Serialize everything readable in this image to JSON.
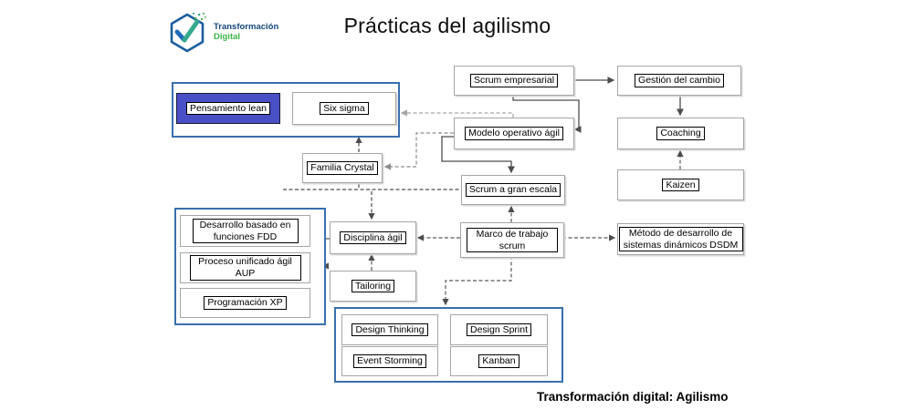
{
  "header": {
    "logo": {
      "line1": "Transformación",
      "line2": "Digital"
    },
    "title": "Prácticas del agilismo"
  },
  "nodes": {
    "pensamiento_lean": "Pensamiento lean",
    "six_sigma": "Six sigma",
    "familia_crystal": "Familia Crystal",
    "scrum_empresarial": "Scrum empresarial",
    "gestion_cambio": "Gestión del cambio",
    "modelo_operativo": "Modelo operativo ágil",
    "coaching": "Coaching",
    "kaizen": "Kaizen",
    "scrum_gran_escala": "Scrum a gran escala",
    "marco_trabajo": "Marco de trabajo scrum",
    "dsdm": "Método de desarrollo de sistemas dinámicos DSDM",
    "disciplina_agil": "Disciplina ágil",
    "tailoring": "Tailoring",
    "fdd": "Desarrollo basado en funciones FDD",
    "aup": "Proceso unificado ágil AUP",
    "xp": "Programación XP",
    "design_thinking": "Design Thinking",
    "design_sprint": "Design Sprint",
    "event_storming": "Event Storming",
    "kanban": "Kanban"
  },
  "footer": {
    "caption": "Transformación digital: Agilismo"
  },
  "colors": {
    "group_border": "#3a6fae",
    "lean_fill": "#4950c6",
    "box_outer_border": "#a6a6a6",
    "box_inner_border": "#000000",
    "solid_connector": "#4d4d4d",
    "dashed_connector": "#595959",
    "dashed_connector_light": "#a6a6a6",
    "logo_blue": "#14467b",
    "logo_green": "#3cb54a"
  }
}
